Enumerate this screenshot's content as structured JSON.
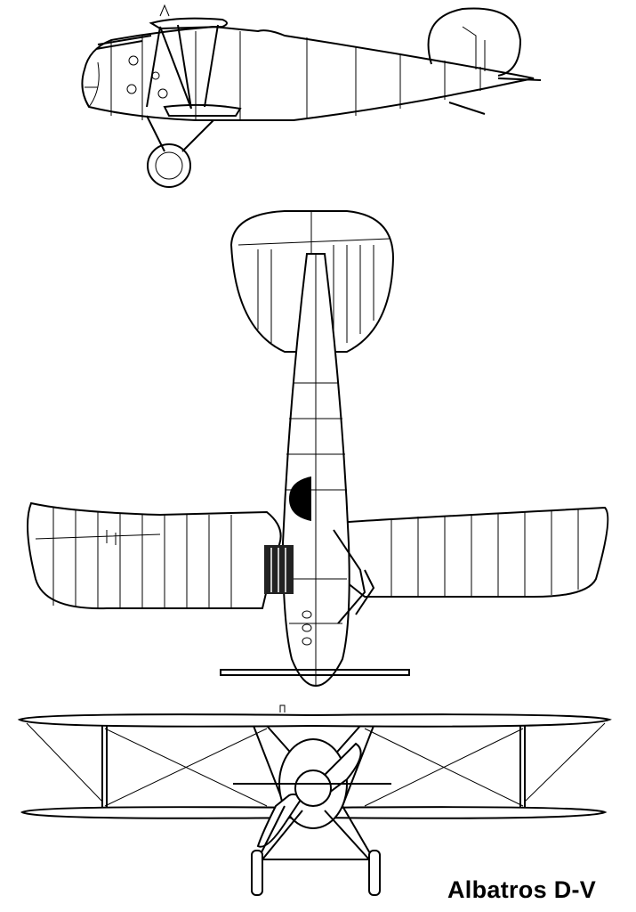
{
  "drawing": {
    "caption": "Albatros D-V",
    "views": [
      "side-view",
      "top-view",
      "front-view"
    ],
    "line_color": "#000000",
    "background_color": "#ffffff"
  }
}
